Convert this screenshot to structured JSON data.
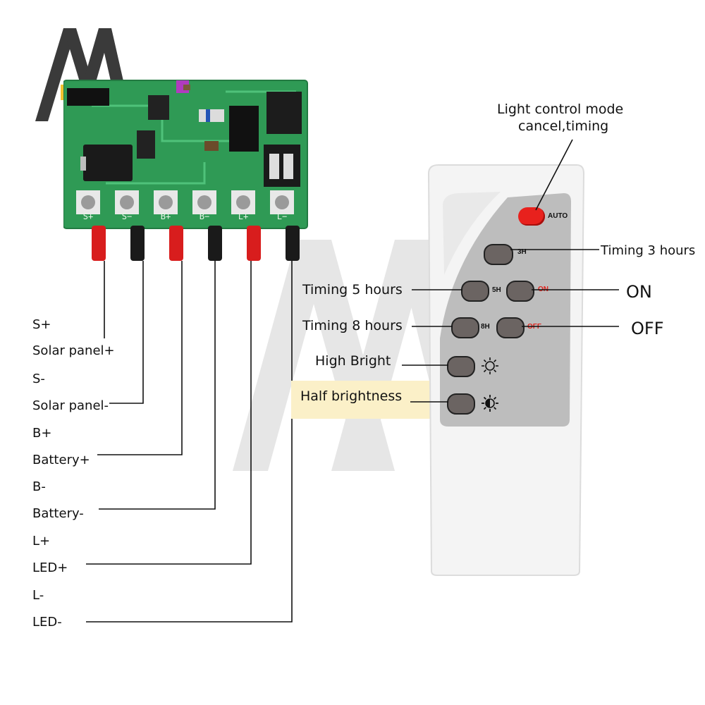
{
  "board": {
    "pins": [
      "S+",
      "S−",
      "B+",
      "B−",
      "L+",
      "L−"
    ]
  },
  "wire_labels": [
    {
      "short": "S+",
      "long": "Solar panel+"
    },
    {
      "short": "S-",
      "long": "Solar panel-"
    },
    {
      "short": "B+",
      "long": "Battery+"
    },
    {
      "short": "B-",
      "long": "Battery-"
    },
    {
      "short": "L+",
      "long": "LED+"
    },
    {
      "short": "L-",
      "long": "LED-"
    }
  ],
  "remote": {
    "buttons": {
      "auto": "AUTO",
      "three_h": "3H",
      "five_h": "5H",
      "on": "ON",
      "eight_h": "8H",
      "off": "OFF"
    }
  },
  "annotations": {
    "light_control_line1": "Light control mode",
    "light_control_line2": "cancel,timing",
    "timing_3": "Timing 3 hours",
    "timing_5": "Timing 5 hours",
    "on": "ON",
    "timing_8": "Timing 8 hours",
    "off": "OFF",
    "high_bright": "High Bright",
    "half_brightness": "Half brightness"
  },
  "colors": {
    "pcb_green": "#2f9a55",
    "wire_red": "#d81d1d",
    "wire_black": "#1a1a1a",
    "auto_button": "#e8211d",
    "label_red": "#e0231c",
    "highlight": "#fbf0c8",
    "logo_yellow": "#f2c230"
  }
}
